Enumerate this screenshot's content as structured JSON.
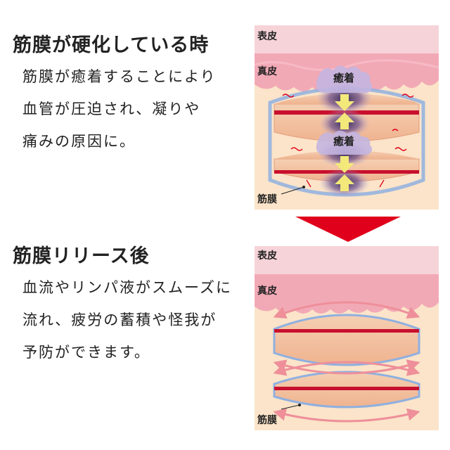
{
  "before": {
    "heading": "筋膜が硬化している時",
    "lines": [
      "筋膜が癒着することにより",
      "血管が圧迫され、凝りや",
      "痛みの原因に。"
    ],
    "labels": {
      "epidermis": "表皮",
      "dermis": "真皮",
      "fascia": "筋膜",
      "adhesion": "癒着"
    }
  },
  "after": {
    "heading": "筋膜リリース後",
    "lines": [
      "血流やリンパ液がスムーズに",
      "流れ、疲労の蓄積や怪我が",
      "予防ができます。"
    ],
    "labels": {
      "epidermis": "表皮",
      "dermis": "真皮",
      "fascia": "筋膜"
    }
  },
  "colors": {
    "epidermis": "#f6d3d8",
    "dermis": "#f2a9b6",
    "subcutis": "#fbe4c9",
    "muscle": "#f3c2a2",
    "vessel": "#c8102e",
    "fascia_line": "#8fb0e0",
    "arrow_down": "#e0001b",
    "flow_arrow": "#ee8f9a",
    "adhesion_cloud": "#b9a9d8",
    "yellow_arrow": "#f3e87a"
  }
}
